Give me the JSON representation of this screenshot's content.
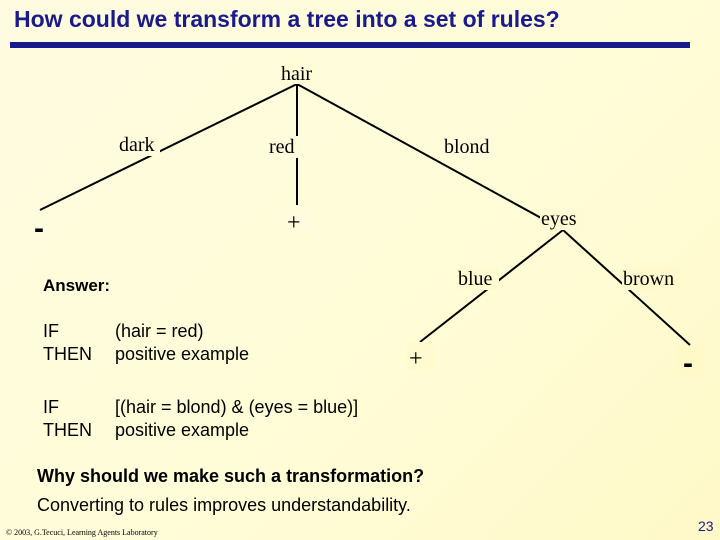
{
  "slide": {
    "title": "How could we transform a tree into a set of rules?",
    "footer": "© 2003, G.Tecuci, Learning Agents Laboratory",
    "page_number": "23"
  },
  "tree": {
    "root": "hair",
    "branch_dark": "dark",
    "branch_red": "red",
    "branch_blond": "blond",
    "node_eyes": "eyes",
    "branch_blue": "blue",
    "branch_brown": "brown",
    "leaf_dark": "-",
    "leaf_red": "+",
    "leaf_blue": "+",
    "leaf_brown": "-"
  },
  "answer": {
    "heading": "Answer:",
    "rules": [
      {
        "if_kw": "IF",
        "if_cond": "(hair = red)",
        "then_kw": "THEN",
        "then_result": "positive example"
      },
      {
        "if_kw": "IF",
        "if_cond": "[(hair = blond) & (eyes = blue)]",
        "then_kw": "THEN",
        "then_result": "positive example"
      }
    ]
  },
  "question": "Why should we make such a transformation?",
  "statement": "Converting to rules improves understandability."
}
